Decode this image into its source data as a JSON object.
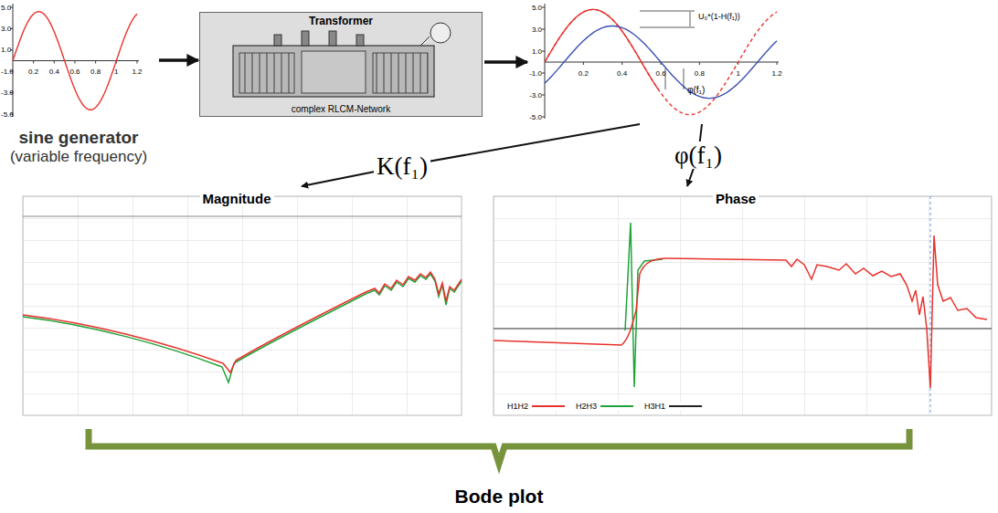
{
  "diagram": {
    "nodes": [
      {
        "text": [
          "sine generator",
          "(variable frequency)"
        ]
      },
      {
        "text": [
          "Transformer",
          "complex RLCM-Network"
        ]
      },
      {
        "text": []
      },
      {
        "text": [
          "Magnitude"
        ]
      },
      {
        "text": [
          "Phase"
        ]
      }
    ],
    "edges": [
      {
        "from": 0,
        "to": 1,
        "arrow": "to"
      },
      {
        "from": 1,
        "to": 2,
        "arrow": "to"
      },
      {
        "from": 2,
        "to": 3,
        "label": "K(f₁)",
        "arrow": "to"
      },
      {
        "from": 2,
        "to": 4,
        "label": "φ(f₁)",
        "arrow": "to"
      }
    ],
    "labels": [
      "5.0",
      "3.0",
      "1.0",
      "-1.0",
      "-3.0",
      "-5.0",
      "0.2",
      "0.4",
      "0.6",
      "0.8",
      "1",
      "1.2",
      "5.0",
      "3.0",
      "1.0",
      "-1.0",
      "-3.0",
      "-5.0",
      "0.2",
      "0.4",
      "0.6",
      "0.8",
      "1",
      "1.2",
      "U₀*(1-H(f₁))",
      "φ(f₁)",
      "Bode plot"
    ],
    "legend": [
      {
        "text": "H1H2",
        "color": "#e8322c"
      },
      {
        "text": "H2H3",
        "color": "#1fa33a"
      },
      {
        "text": "H3H1",
        "color": "#222222"
      }
    ]
  }
}
